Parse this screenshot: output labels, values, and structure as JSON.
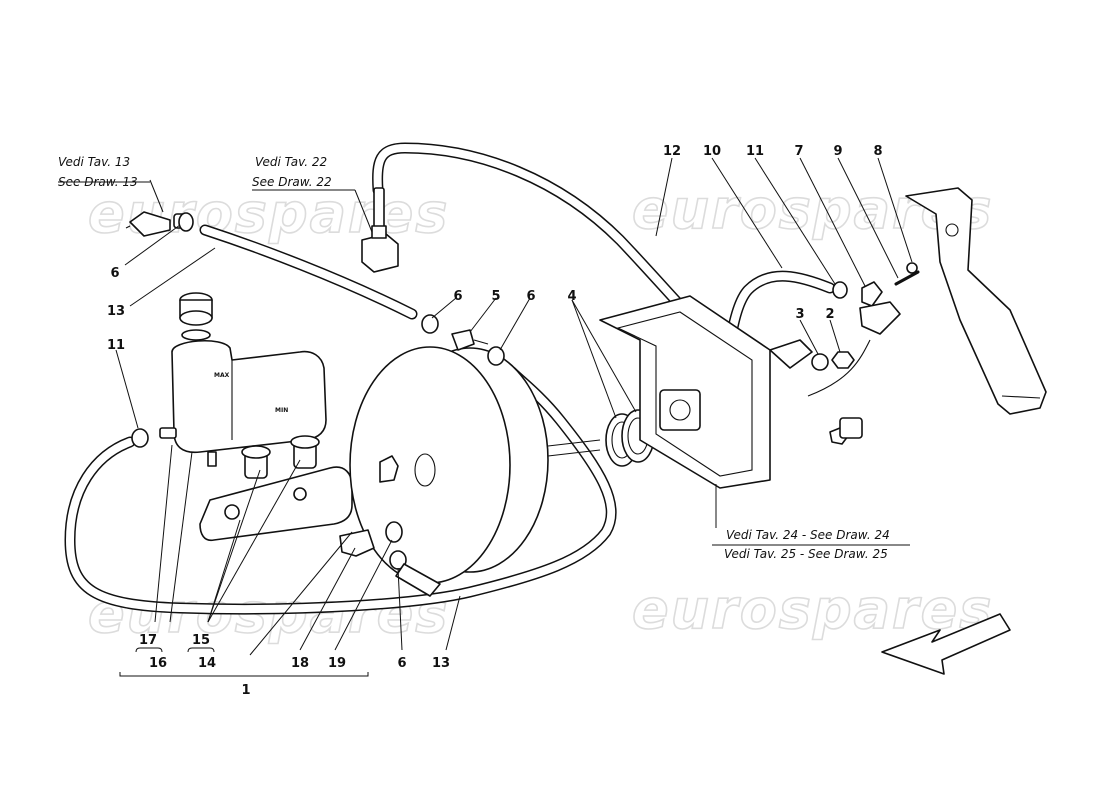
{
  "watermark": "eurospares",
  "references": {
    "top_left_line1": "Vedi Tav. 13",
    "top_left_line2": "See Draw. 13",
    "top_mid_line1": "Vedi Tav. 22",
    "top_mid_line2": "See Draw. 22",
    "bottom_right_line1": "Vedi Tav. 24 - See Draw. 24",
    "bottom_right_line2": "Vedi Tav. 25 - See Draw. 25"
  },
  "reservoir_marks": {
    "max": "MAX",
    "min": "MIN"
  },
  "callouts": {
    "c1": "1",
    "c2": "2",
    "c3": "3",
    "c4": "4",
    "c5": "5",
    "c6": "6",
    "c7": "7",
    "c8": "8",
    "c9": "9",
    "c10": "10",
    "c11": "11",
    "c12": "12",
    "c13": "13",
    "c14": "14",
    "c15": "15",
    "c16": "16",
    "c17": "17",
    "c18": "18",
    "c19": "19"
  }
}
